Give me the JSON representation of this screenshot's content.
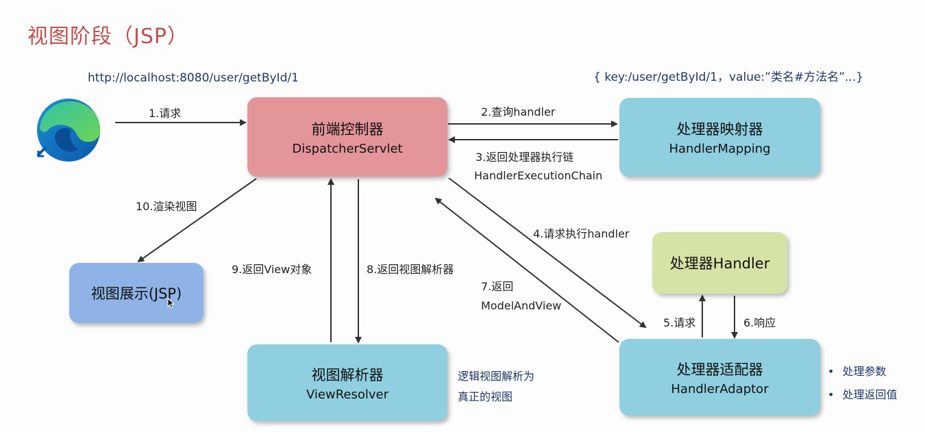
{
  "title": "视图阶段（JSP）",
  "url": "http://localhost:8080/user/getById/1",
  "mapping_note": "{ key:/user/getById/1，value:”类名#方法名”...}",
  "boxes": {
    "dispatcher": {
      "cn": "前端控制器",
      "en": "DispatcherServlet"
    },
    "mapping": {
      "cn": "处理器映射器",
      "en": "HandlerMapping"
    },
    "handler": {
      "cn": "处理器Handler"
    },
    "adaptor": {
      "cn": "处理器适配器",
      "en": "HandlerAdaptor"
    },
    "resolver": {
      "cn": "视图解析器",
      "en": "ViewResolver"
    },
    "view": {
      "cn": "视图展示(JSP)"
    }
  },
  "steps": {
    "s1": "1.请求",
    "s2": "2.查询handler",
    "s3a": "3.返回处理器执行链",
    "s3b": "HandlerExecutionChain",
    "s4": "4.请求执行handler",
    "s5": "5.请求",
    "s6": "6.响应",
    "s7a": "7.返回",
    "s7b": "ModelAndView",
    "s8": "8.返回视图解析器",
    "s9": "9.返回View对象",
    "s10": "10.渲染视图"
  },
  "resolver_note": [
    "逻辑视图解析为",
    "真正的视图"
  ],
  "adaptor_bullets": [
    "处理参数",
    "处理返回值"
  ],
  "colors": {
    "title": "#c0504d",
    "dispatcher": "#e3959a",
    "cyan": "#8fcfe0",
    "handler": "#d5e3a6",
    "view": "#8fb3e6",
    "note": "#1f3864"
  }
}
